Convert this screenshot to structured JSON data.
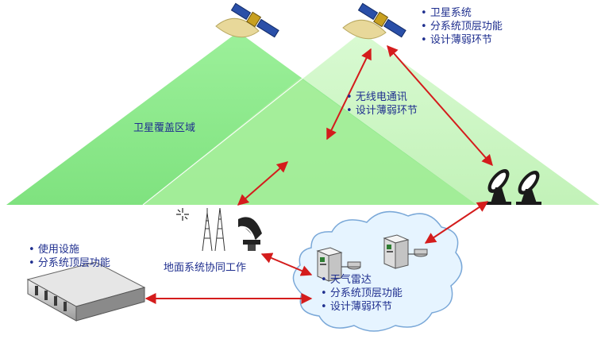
{
  "colors": {
    "left_coverage": "#8ee88e",
    "right_coverage": "#c9f5c0",
    "overlap": "#a8ee9c",
    "arrow": "#d41c1c",
    "text": "#1f2f8f",
    "cloud_fill": "#e6f4ff",
    "cloud_stroke": "#7aa8d8"
  },
  "nodes": {
    "satellite_label": {
      "bullets": [
        "卫星系统",
        "分系统顶层功能",
        "设计薄弱环节"
      ]
    },
    "wireless_label": {
      "bullets": [
        "无线电通讯",
        "设计薄弱环节"
      ]
    },
    "coverage_label": "卫星覆盖区域",
    "ground_label": "地面系统协同工作",
    "facility_label": {
      "bullets": [
        "使用设施",
        "分系统顶层功能"
      ]
    },
    "weather_label": {
      "bullets": [
        "天气雷达",
        "分系统顶层功能",
        "设计薄弱环节"
      ]
    }
  },
  "icons": [
    "satellite-icon",
    "satellite-icon",
    "radar-dish-icon",
    "radar-dish-icon",
    "radio-tower-icon",
    "antenna-icon",
    "building-icon",
    "server-icon",
    "server-icon"
  ]
}
